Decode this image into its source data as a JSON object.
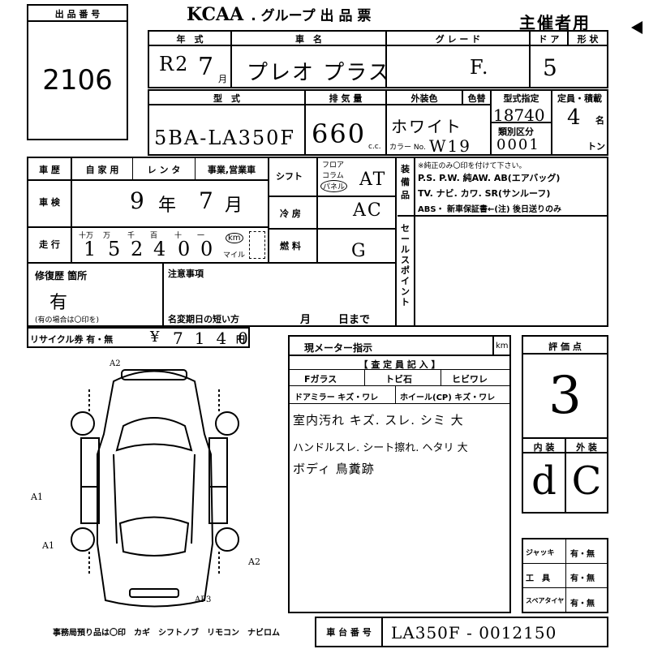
{
  "lot": {
    "label": "出 品 番 号",
    "number": "2106"
  },
  "header": {
    "logo": "KCAA",
    "title": ". グループ 出 品 票",
    "organizer": "主催者用"
  },
  "row1": {
    "year_label": "年　式",
    "model_label": "車　名",
    "grade_label": "グ レ ー ド",
    "door_label": "ド ア",
    "shape_label": "形 状",
    "year_value": "R2",
    "month_value": "7",
    "month_unit": "月",
    "car_name": "プレオ プラス",
    "grade_value": "F.",
    "doors_value": "5"
  },
  "row2": {
    "type_label": "型　式",
    "displacement_label": "排 気 量",
    "color_label": "外装色",
    "color_change_label": "色替",
    "type_cert_label": "型式指定",
    "category_label": "類別区分",
    "capacity_label": "定員・積載",
    "type_value": "5BA-LA350F",
    "displacement_value": "660",
    "cc_unit": "c.c.",
    "color_value": "ホワイト",
    "color_code_label": "カラー No.",
    "color_code": "W19",
    "type_cert_value": "18740",
    "category_value": "0001",
    "capacity_value": "4",
    "person_unit": "名",
    "ton_unit": "トン"
  },
  "history": {
    "label": "車 歴",
    "opt1": "自 家 用",
    "opt2": "レ ン タ",
    "opt3": "事業,営業車"
  },
  "inspection": {
    "label": "車 検",
    "year": "9",
    "year_unit": "年",
    "month": "7",
    "month_unit": "月"
  },
  "mileage": {
    "label": "走 行",
    "units": [
      "十万",
      "万",
      "千",
      "百",
      "十",
      "一"
    ],
    "digits": [
      "1",
      "5",
      "2",
      "4",
      "0",
      "0"
    ],
    "km": "km",
    "mile": "マイル"
  },
  "shift": {
    "label": "シフト",
    "options": [
      "フロア",
      "コラム",
      "パネル"
    ],
    "value": "AT"
  },
  "ac": {
    "label": "冷 房",
    "value": "AC"
  },
  "fuel": {
    "label": "燃 料",
    "value": "G"
  },
  "equipment": {
    "label": "装 備 品",
    "note": "※純正のみ〇印を付けて下さい。",
    "line1": "P.S. P.W. 純AW. AB(エアバッグ)",
    "line2": "TV. ナビ. カワ. SR(サンルーフ)",
    "line3": "ABS・ 新車保証書←(注) 後日送りのみ"
  },
  "sales_point": {
    "label": "セールスポイント"
  },
  "repair": {
    "label": "修復歴 箇所",
    "value": "有",
    "note": "(有の場合は〇印を)"
  },
  "notes": {
    "label": "注意事項",
    "rename_label": "名変期日の短い方",
    "month": "月",
    "day": "日まで"
  },
  "recycle": {
    "label": "リサイクル券 有・無",
    "yen_mark": "¥",
    "amount": "7140",
    "unit": "円"
  },
  "meter": {
    "label": "現メーター指示",
    "unit": "km"
  },
  "inspector": {
    "title": "【 査 定 員 記 入 】",
    "glass": "Fガラス",
    "chip": "トビ石",
    "crack": "ヒビワレ",
    "mirror": "ドアミラー キズ・ワレ",
    "wheel": "ホイール(CP) キズ・ワレ",
    "comments": [
      "室内汚れ キズ. スレ. シミ 大",
      "ハンドルスレ. シート擦れ. ヘタリ 大",
      "ボディ 鳥糞跡"
    ]
  },
  "rating": {
    "label": "評 価 点",
    "score": "3",
    "interior_label": "内 装",
    "exterior_label": "外 装",
    "interior": "d",
    "exterior": "C"
  },
  "extras": [
    {
      "label": "ジャッキ",
      "value": "有・無"
    },
    {
      "label": "工　具",
      "value": "有・無"
    },
    {
      "label": "スペアタイヤ",
      "value": "有・無"
    }
  ],
  "diagram": {
    "marks": [
      "A2",
      "A1",
      "A1",
      "A2",
      "AP3"
    ]
  },
  "footer": {
    "office_note": "事務局預り品は〇印　カギ　シフトノブ　リモコン　ナビロム",
    "chassis_label": "車 台 番 号",
    "chassis_value": "LA350F - 0012150"
  }
}
